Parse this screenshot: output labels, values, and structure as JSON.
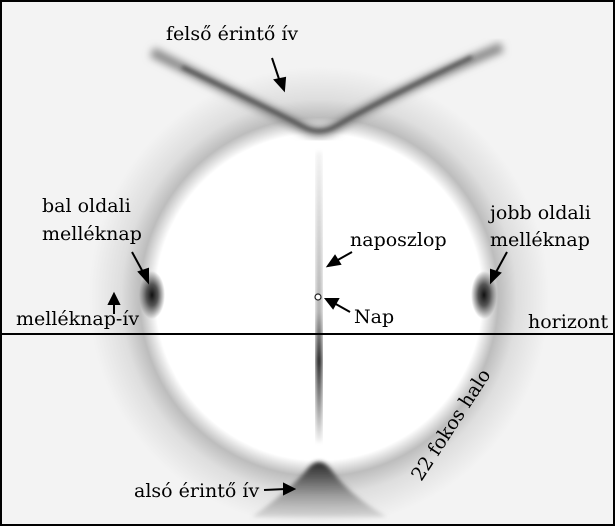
{
  "labels": {
    "upper_tangent_arc": "felső érintő ív",
    "left_sundog": [
      "bal oldali",
      "melléknap"
    ],
    "right_sundog": [
      "jobb oldali",
      "melléknap"
    ],
    "sun_pillar": "naposzlop",
    "sun": "Nap",
    "parhelic_circle": "melléknap-ív",
    "horizon": "horizont",
    "halo_22": "22 fokos halo",
    "lower_tangent_arc": "alsó érintő ív"
  },
  "colors": {
    "background": "#f7f7f7",
    "halo_inner": "#ffffff",
    "ink": "#000000"
  }
}
